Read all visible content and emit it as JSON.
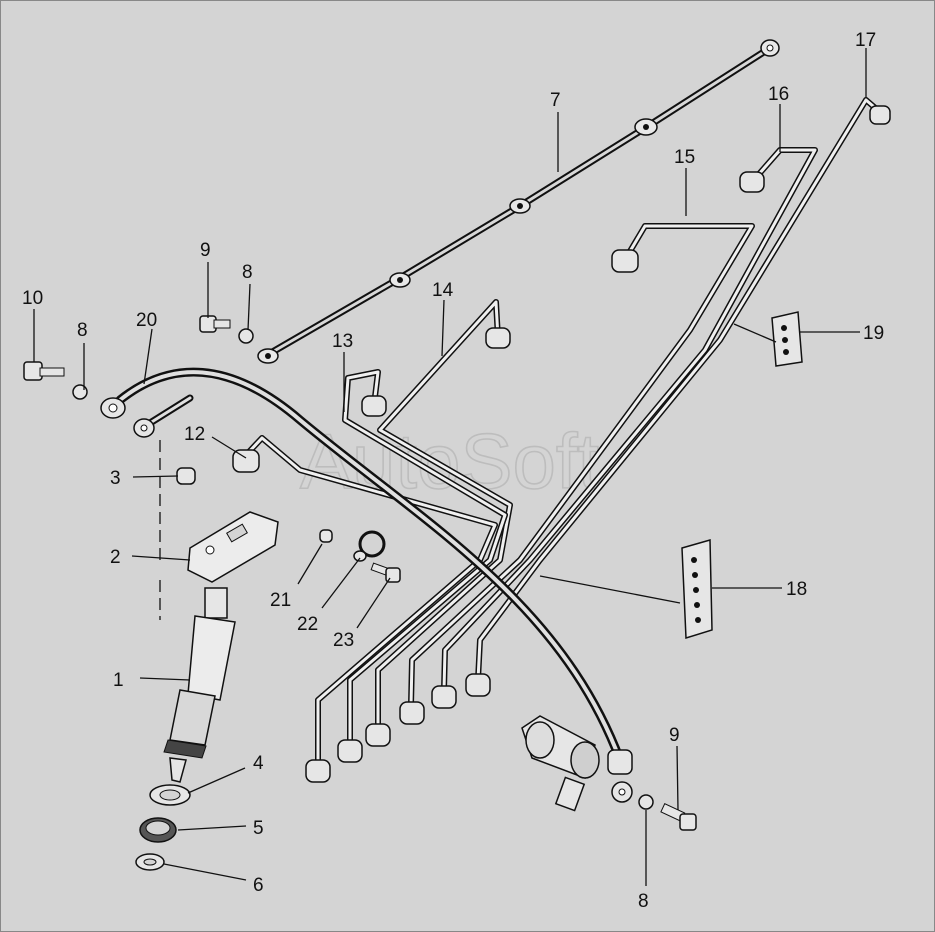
{
  "diagram": {
    "watermark": "AutoSoft",
    "callouts": [
      {
        "id": "c1",
        "label": "1"
      },
      {
        "id": "c2",
        "label": "2"
      },
      {
        "id": "c3",
        "label": "3"
      },
      {
        "id": "c4",
        "label": "4"
      },
      {
        "id": "c5",
        "label": "5"
      },
      {
        "id": "c6",
        "label": "6"
      },
      {
        "id": "c7",
        "label": "7"
      },
      {
        "id": "c8a",
        "label": "8"
      },
      {
        "id": "c8b",
        "label": "8"
      },
      {
        "id": "c8c",
        "label": "8"
      },
      {
        "id": "c9a",
        "label": "9"
      },
      {
        "id": "c9b",
        "label": "9"
      },
      {
        "id": "c10",
        "label": "10"
      },
      {
        "id": "c12",
        "label": "12"
      },
      {
        "id": "c13",
        "label": "13"
      },
      {
        "id": "c14",
        "label": "14"
      },
      {
        "id": "c15",
        "label": "15"
      },
      {
        "id": "c16",
        "label": "16"
      },
      {
        "id": "c17",
        "label": "17"
      },
      {
        "id": "c18",
        "label": "18"
      },
      {
        "id": "c19",
        "label": "19"
      },
      {
        "id": "c20",
        "label": "20"
      },
      {
        "id": "c21",
        "label": "21"
      },
      {
        "id": "c22",
        "label": "22"
      },
      {
        "id": "c23",
        "label": "23"
      }
    ]
  }
}
